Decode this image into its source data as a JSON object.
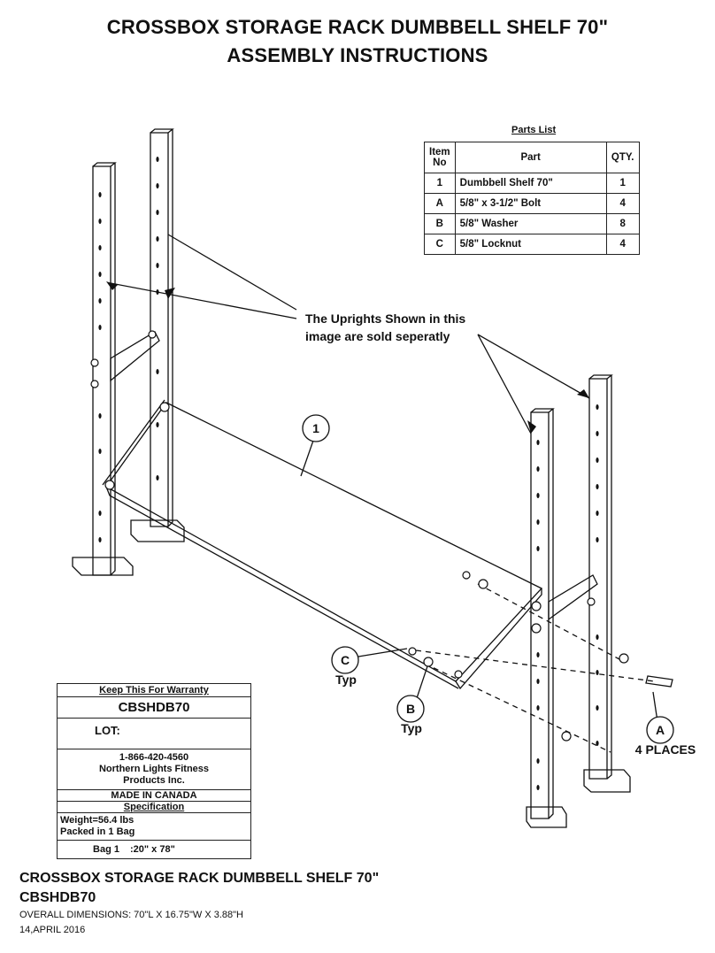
{
  "title": {
    "line1": "CROSSBOX STORAGE RACK DUMBBELL SHELF 70\"",
    "line2": "ASSEMBLY INSTRUCTIONS"
  },
  "parts_list": {
    "caption": "Parts List",
    "headers": [
      "Item No",
      "Part",
      "QTY."
    ],
    "rows": [
      {
        "item": "1",
        "part": "Dumbbell Shelf 70\"",
        "qty": "1"
      },
      {
        "item": "A",
        "part": "5/8\" x 3-1/2\" Bolt",
        "qty": "4"
      },
      {
        "item": "B",
        "part": "5/8\" Washer",
        "qty": "8"
      },
      {
        "item": "C",
        "part": "5/8\" Locknut",
        "qty": "4"
      }
    ]
  },
  "callouts": {
    "uprights_note_line1": "The Uprights Shown in this",
    "uprights_note_line2": "image are sold seperatly",
    "bubble_1": "1",
    "bubble_c": "C",
    "bubble_c_sub": "Typ",
    "bubble_b": "B",
    "bubble_b_sub": "Typ",
    "bubble_a": "A",
    "bubble_a_sub": "4 PLACES"
  },
  "warranty_box": {
    "heading": "Keep This For Warranty",
    "code": "CBSHDB70",
    "lot_label": "LOT:",
    "phone": "1-866-420-4560",
    "company_line1": "Northern Lights Fitness",
    "company_line2": "Products Inc.",
    "made_in": "MADE IN CANADA",
    "spec_heading": "Specification",
    "weight": "Weight=56.4 lbs",
    "packed": "Packed in 1 Bag",
    "bag_label": "Bag 1",
    "bag_size": ":20\" x 78\""
  },
  "footer": {
    "product_name": "CROSSBOX STORAGE RACK DUMBBELL SHELF 70\"",
    "code": "CBSHDB70",
    "dimensions": "OVERALL DIMENSIONS: 70\"L X 16.75\"W X 3.88\"H",
    "date": "14,APRIL 2016"
  }
}
